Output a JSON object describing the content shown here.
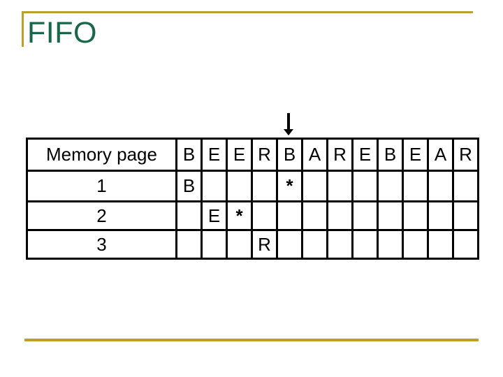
{
  "slide": {
    "title": "FIFO"
  },
  "colors": {
    "title_green": "#17684B",
    "accent_gold": "#BCA02C",
    "hit_red": "#CC1122",
    "page_purple": "#B76FD6",
    "table_border": "#000000"
  },
  "arrow": {
    "column_index": 4
  },
  "table": {
    "corner_label": "Memory page",
    "reference_string": [
      "B",
      "E",
      "E",
      "R",
      "B",
      "A",
      "R",
      "E",
      "B",
      "E",
      "A",
      "R"
    ],
    "rows": [
      {
        "label": "1",
        "cells": [
          "B",
          "",
          "",
          "",
          "*",
          "",
          "",
          "",
          "",
          "",
          "",
          ""
        ]
      },
      {
        "label": "2",
        "cells": [
          "",
          "E",
          "*",
          "",
          "",
          "",
          "",
          "",
          "",
          "",
          "",
          ""
        ]
      },
      {
        "label": "3",
        "cells": [
          "",
          "",
          "",
          "R",
          "",
          "",
          "",
          "",
          "",
          "",
          "",
          ""
        ]
      }
    ]
  }
}
